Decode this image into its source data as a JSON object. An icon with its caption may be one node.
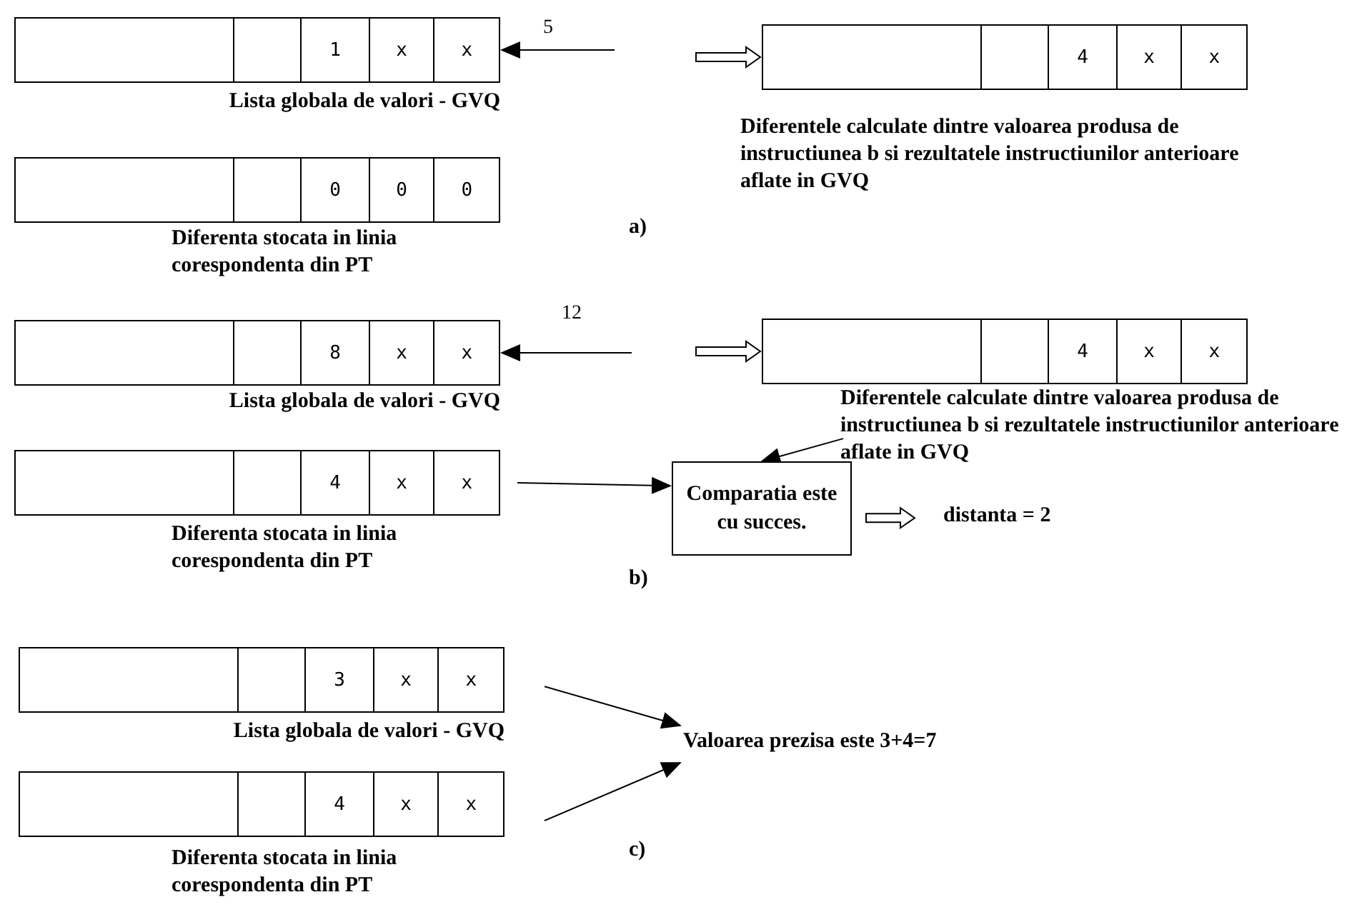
{
  "diagram": {
    "nodes": [
      {
        "text": [
          "1",
          "x",
          "x"
        ],
        "beside": [
          "Lista globala de valori - GVQ"
        ]
      },
      {
        "text": [
          "4",
          "x",
          "x"
        ],
        "beside": [
          "Diferentele calculate dintre valoarea produsa de instructiunea b si rezultatele instructiunilor anterioare aflate in GVQ"
        ]
      },
      {
        "text": [
          "0",
          "0",
          "0"
        ],
        "beside": [
          "Diferenta stocata in linia corespondenta din PT"
        ]
      },
      {
        "text": [
          "8",
          "x",
          "x"
        ],
        "beside": [
          "Lista globala de valori - GVQ"
        ]
      },
      {
        "text": [
          "4",
          "x",
          "x"
        ]
      },
      {
        "text": [
          "Diferentele calculate dintre valoarea produsa de instructiunea b si rezultatele instructiunilor anterioare aflate in GVQ"
        ]
      },
      {
        "text": [
          "4",
          "x",
          "x"
        ],
        "beside": [
          "Diferenta stocata in linia corespondenta din PT"
        ]
      },
      {
        "text": [
          "Comparatia este cu succes."
        ]
      },
      {
        "text": [
          "distanta = 2"
        ]
      },
      {
        "text": [
          "3",
          "x",
          "x"
        ],
        "beside": [
          "Lista globala de valori - GVQ"
        ]
      },
      {
        "text": [
          "4",
          "x",
          "x"
        ],
        "beside": [
          "Diferenta stocata in linia corespondenta din PT"
        ]
      },
      {
        "text": [
          "Valoarea prezisa este 3+4=7"
        ]
      }
    ],
    "edges": [
      {
        "from": null,
        "to": 0,
        "arrow": "to",
        "label": "5"
      },
      {
        "from": null,
        "to": 1,
        "arrow": "to"
      },
      {
        "from": null,
        "to": 3,
        "arrow": "to",
        "label": "12"
      },
      {
        "from": null,
        "to": 4,
        "arrow": "to"
      },
      {
        "from": 5,
        "to": 7,
        "arrow": "to"
      },
      {
        "from": 6,
        "to": 7,
        "arrow": "to"
      },
      {
        "from": 7,
        "to": 8,
        "arrow": "to"
      },
      {
        "from": 9,
        "to": 11,
        "arrow": "to"
      },
      {
        "from": 10,
        "to": 11,
        "arrow": "to"
      }
    ],
    "labels": [
      "a)",
      "b)",
      "c)"
    ]
  }
}
